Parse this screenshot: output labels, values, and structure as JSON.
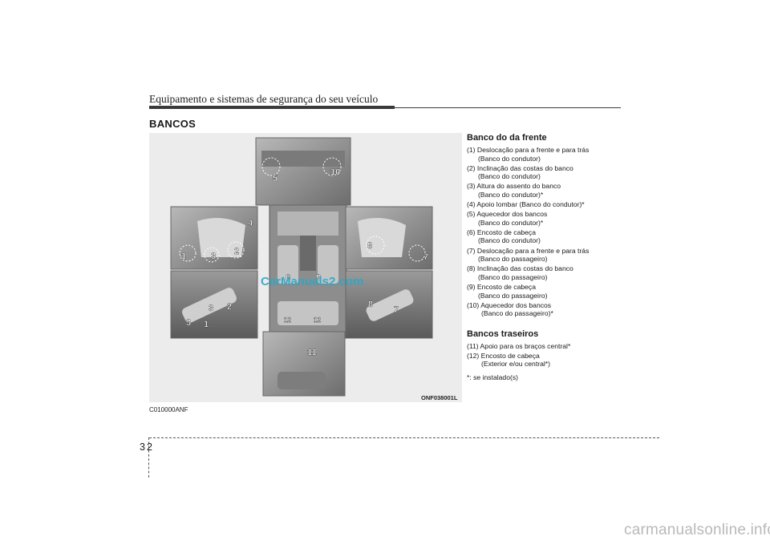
{
  "header": {
    "title": "Equipamento e sistemas de segurança do seu veículo"
  },
  "section": {
    "title": "BANCOS"
  },
  "figure": {
    "code": "ONF038001L",
    "image_code": "C010000ANF",
    "callouts": [
      "1",
      "2",
      "3",
      "4",
      "5",
      "6",
      "7",
      "8",
      "9",
      "10",
      "11",
      "12"
    ]
  },
  "front": {
    "title": "Banco do da frente",
    "items": [
      {
        "l1": "(1) Deslocação para a frente e para trás",
        "l2": "(Banco do condutor)"
      },
      {
        "l1": "(2) Inclinação das costas do banco",
        "l2": "(Banco do condutor)"
      },
      {
        "l1": "(3) Altura do assento do banco",
        "l2": "(Banco do condutor)*"
      },
      {
        "l1": "(4) Apoio lombar (Banco do condutor)*",
        "l2": ""
      },
      {
        "l1": "(5) Aquecedor dos bancos",
        "l2": "(Banco do condutor)*"
      },
      {
        "l1": "(6) Encosto de cabeça",
        "l2": "(Banco do condutor)"
      },
      {
        "l1": "(7) Deslocação para a frente e para trás",
        "l2": "(Banco do passageiro)"
      },
      {
        "l1": "(8) Inclinação das costas do banco",
        "l2": "(Banco do passageiro)"
      },
      {
        "l1": "(9) Encosto de cabeça",
        "l2": "(Banco do passageiro)"
      },
      {
        "l1": "(10) Aquecedor dos bancos",
        "l2": "(Banco do passageiro)*"
      }
    ]
  },
  "rear": {
    "title": "Bancos traseiros",
    "items": [
      {
        "l1": "(11) Apoio para os braços central*",
        "l2": ""
      },
      {
        "l1": "(12) Encosto de cabeça",
        "l2": "(Exterior e/ou central*)"
      }
    ]
  },
  "note": "*: se instalado(s)",
  "footer": {
    "page": "32"
  },
  "watermarks": {
    "inline": "CarManuals2.com",
    "bottom": "carmanualsonline.info"
  },
  "colors": {
    "accent": "#2aa8c8",
    "rule": "#3a3a3a"
  }
}
